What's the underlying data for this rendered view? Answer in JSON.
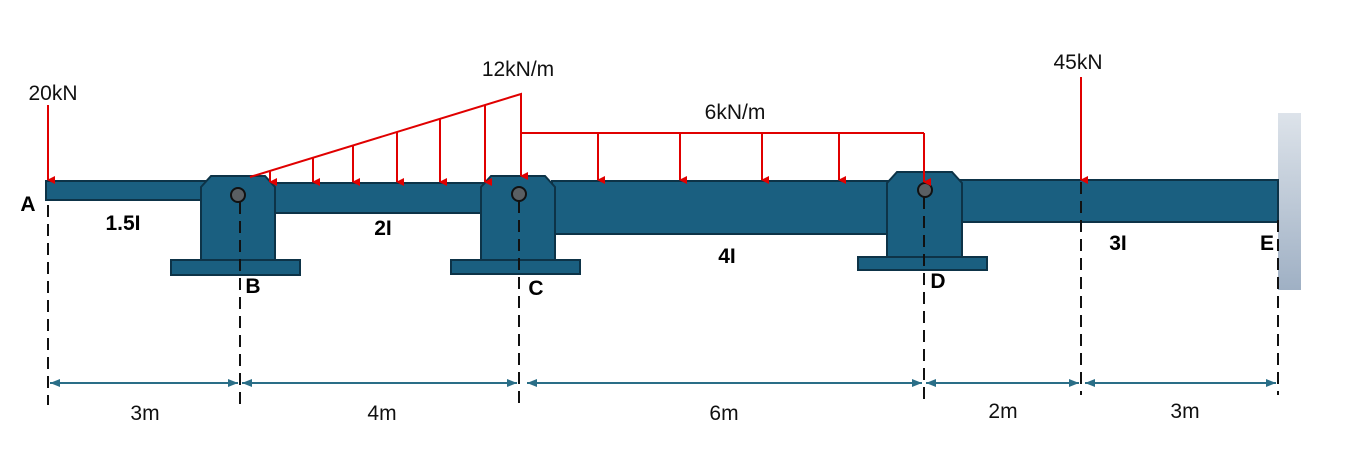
{
  "loads": {
    "point_a": "20kN",
    "varying_max": "12kN/m",
    "uniform": "6kN/m",
    "point_e": "45kN"
  },
  "points": {
    "a": "A",
    "b": "B",
    "c": "C",
    "d": "D",
    "e": "E"
  },
  "inertia": {
    "ab": "1.5I",
    "bc": "2I",
    "cd": "4I",
    "de": "3I"
  },
  "spans": [
    "3m",
    "4m",
    "6m",
    "2m",
    "3m"
  ],
  "colors": {
    "beam": "#1a5f80",
    "load": "#e00000",
    "dimension": "#2a6e87"
  }
}
